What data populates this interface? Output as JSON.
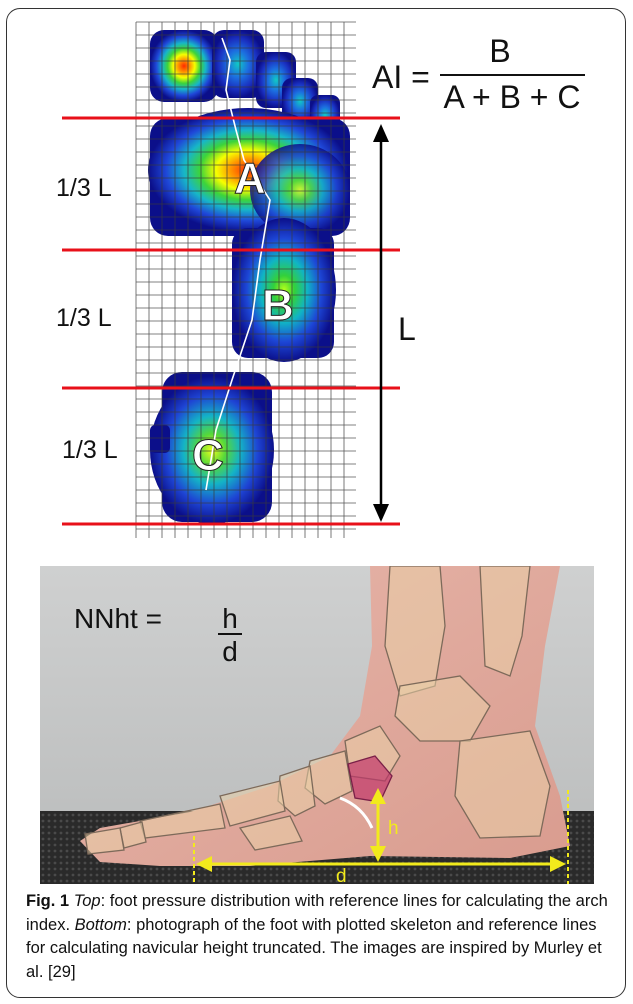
{
  "figure": {
    "top": {
      "formula": {
        "lhs": "AI =",
        "numerator": "B",
        "denominator": "A + B + C"
      },
      "region_labels": [
        "A",
        "B",
        "C"
      ],
      "section_labels": [
        "1/3 L",
        "1/3 L",
        "1/3 L"
      ],
      "length_label": "L"
    },
    "bottom": {
      "formula": {
        "lhs": "NNht =",
        "numerator": "h",
        "denominator": "d"
      },
      "height_label": "h",
      "length_label": "d"
    }
  },
  "caption": {
    "fig_label": "Fig. 1",
    "part1_label": "Top",
    "part1_text": ": foot pressure distribution with reference lines for calculating the arch index. ",
    "part2_label": "Bottom",
    "part2_text": ": photograph of the foot with plotted skeleton and reference lines for calculating navicular height truncated. The images are inspired by Murley et al. [29]"
  },
  "colors": {
    "reference_line": "#e8101a",
    "measure_line": "#f2ea1c",
    "grid": "#3a3a3a"
  }
}
